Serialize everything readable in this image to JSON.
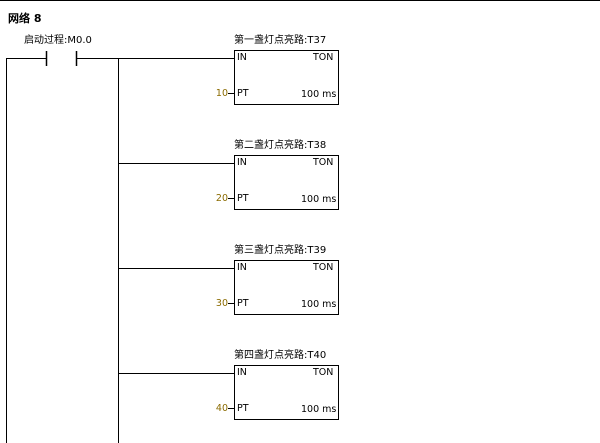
{
  "network": {
    "title": "网络 8"
  },
  "contact": {
    "label": "启动过程:M0.0"
  },
  "timers": [
    {
      "title": "第一盏灯点亮路:T37",
      "in_label": "IN",
      "type": "TON",
      "pt_label": "PT",
      "preset": "10",
      "timebase": "100 ms"
    },
    {
      "title": "第二盏灯点亮路:T38",
      "in_label": "IN",
      "type": "TON",
      "pt_label": "PT",
      "preset": "20",
      "timebase": "100 ms"
    },
    {
      "title": "第三盏灯点亮路:T39",
      "in_label": "IN",
      "type": "TON",
      "pt_label": "PT",
      "preset": "30",
      "timebase": "100 ms"
    },
    {
      "title": "第四盏灯点亮路:T40",
      "in_label": "IN",
      "type": "TON",
      "pt_label": "PT",
      "preset": "40",
      "timebase": "100 ms"
    }
  ],
  "colors": {
    "line": "#000000",
    "preset": "#8b6b00",
    "background": "#ffffff"
  }
}
